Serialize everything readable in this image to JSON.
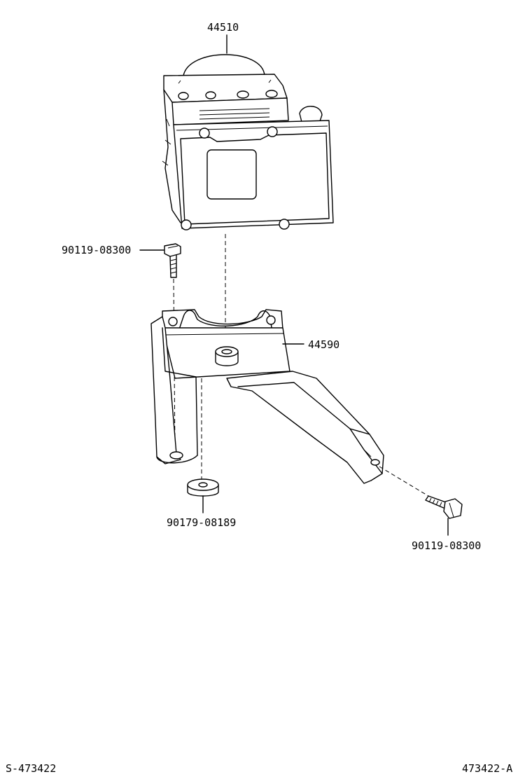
{
  "labels": {
    "abs_actuator": "44510",
    "bracket": "44590",
    "bolt_upper": "90119-08300",
    "bolt_lower": "90119-08300",
    "cushion": "90179-08189",
    "ref_left": "S-473422",
    "ref_right": "473422-A"
  }
}
